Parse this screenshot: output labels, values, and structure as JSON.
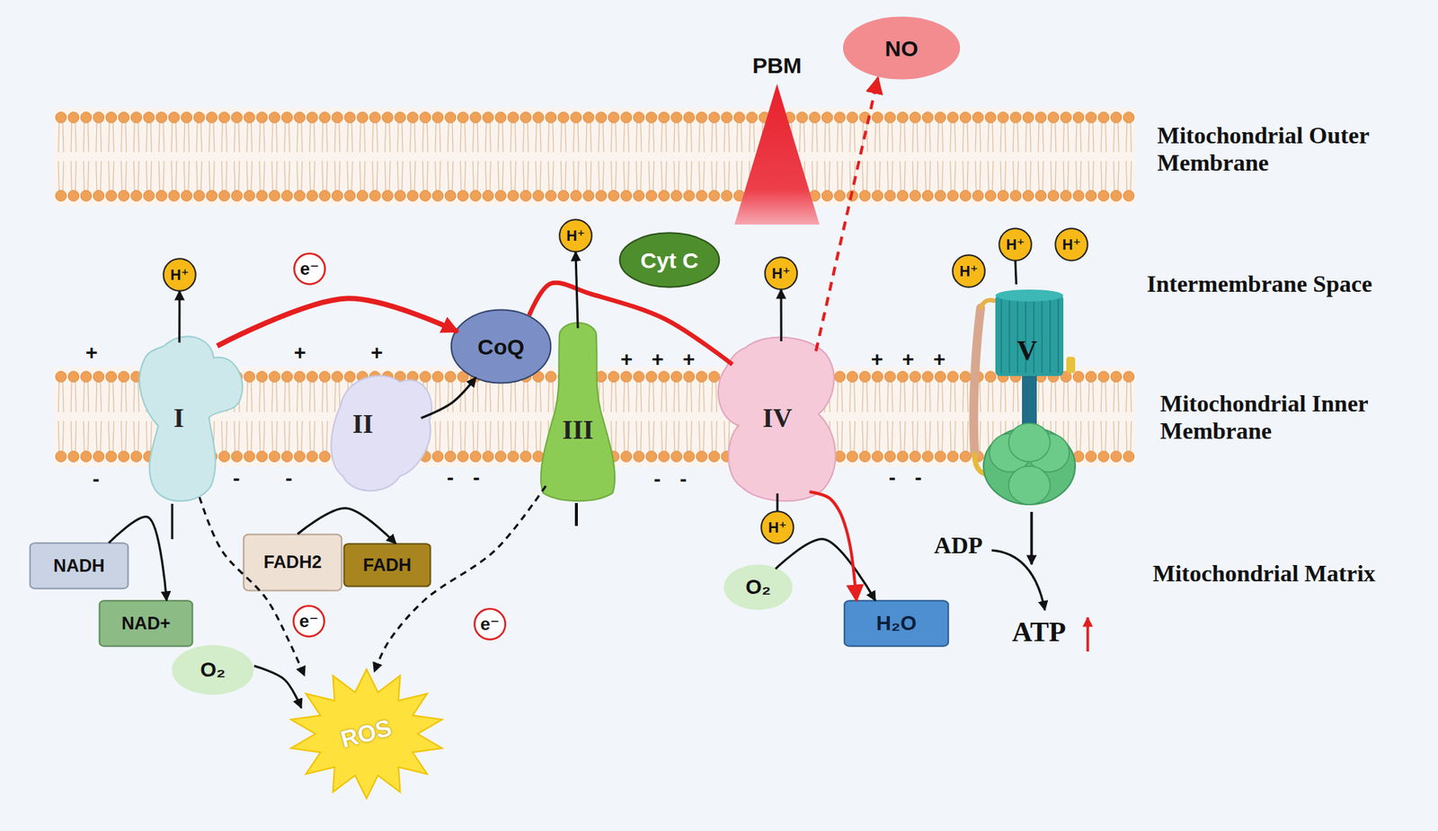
{
  "diagram": {
    "nodes": [
      {
        "text": [
          "PBM"
        ]
      },
      {
        "text": [
          "NO"
        ]
      },
      {
        "text": [
          "H⁺"
        ]
      },
      {
        "text": [
          "H⁺"
        ]
      },
      {
        "text": [
          "H⁺"
        ]
      },
      {
        "text": [
          "H⁺"
        ]
      },
      {
        "text": [
          "e⁻"
        ]
      },
      {
        "text": [
          "H⁺"
        ]
      },
      {
        "text": [
          "Cyt C"
        ]
      },
      {
        "text": [
          "H⁺"
        ]
      },
      {
        "text": [
          "CoQ"
        ]
      },
      {
        "text": [
          "V"
        ]
      },
      {
        "text": [
          "I"
        ]
      },
      {
        "text": [
          "II"
        ]
      },
      {
        "text": [
          "III"
        ]
      },
      {
        "text": [
          "IV"
        ]
      },
      {
        "text": [
          "H⁺"
        ]
      },
      {
        "text": [
          "NADH"
        ]
      },
      {
        "text": [
          "FADH2"
        ]
      },
      {
        "text": [
          "FADH"
        ]
      },
      {
        "text": [
          "NAD+"
        ]
      },
      {
        "text": [
          "O₂"
        ]
      },
      {
        "text": [
          "H₂O"
        ]
      },
      {
        "text": [
          "O₂"
        ]
      },
      {
        "text": [
          "e⁻"
        ]
      },
      {
        "text": [
          "e⁻"
        ]
      },
      {
        "text": [
          "ROS"
        ]
      }
    ],
    "edges": [
      {
        "from": 12,
        "to": 10,
        "arrow": "to"
      },
      {
        "from": 13,
        "to": 10,
        "arrow": "to"
      },
      {
        "from": 10,
        "to": 15,
        "arrow": "none"
      },
      {
        "from": 17,
        "to": 20,
        "arrow": "to"
      },
      {
        "from": 18,
        "to": 19,
        "arrow": "to"
      },
      {
        "from": 23,
        "to": 26,
        "arrow": "to"
      },
      {
        "from": 12,
        "to": 26,
        "arrow": "to"
      },
      {
        "from": 14,
        "to": 26,
        "arrow": "to"
      },
      {
        "from": 21,
        "to": 22,
        "arrow": "to"
      },
      {
        "from": 15,
        "to": 22,
        "arrow": "to"
      },
      {
        "from": 15,
        "to": 1,
        "arrow": "to"
      },
      {
        "from": 12,
        "to": 7,
        "arrow": "to"
      },
      {
        "from": 14,
        "to": 2,
        "arrow": "to"
      },
      {
        "from": 15,
        "to": 9,
        "arrow": "to"
      },
      {
        "from": 15,
        "to": 16,
        "arrow": "none"
      },
      {
        "from": 3,
        "to": 11,
        "arrow": "none"
      }
    ],
    "labels": [
      "Mitochondrial Outer Membrane",
      "Intermembrane Space",
      "Mitochondrial Inner Membrane",
      "Mitochondrial Matrix",
      "ADP",
      "ATP",
      "+",
      "+",
      "+",
      "+ + +",
      "+ + +",
      "-",
      "-",
      "-",
      "- -",
      "- -",
      "- -"
    ]
  }
}
